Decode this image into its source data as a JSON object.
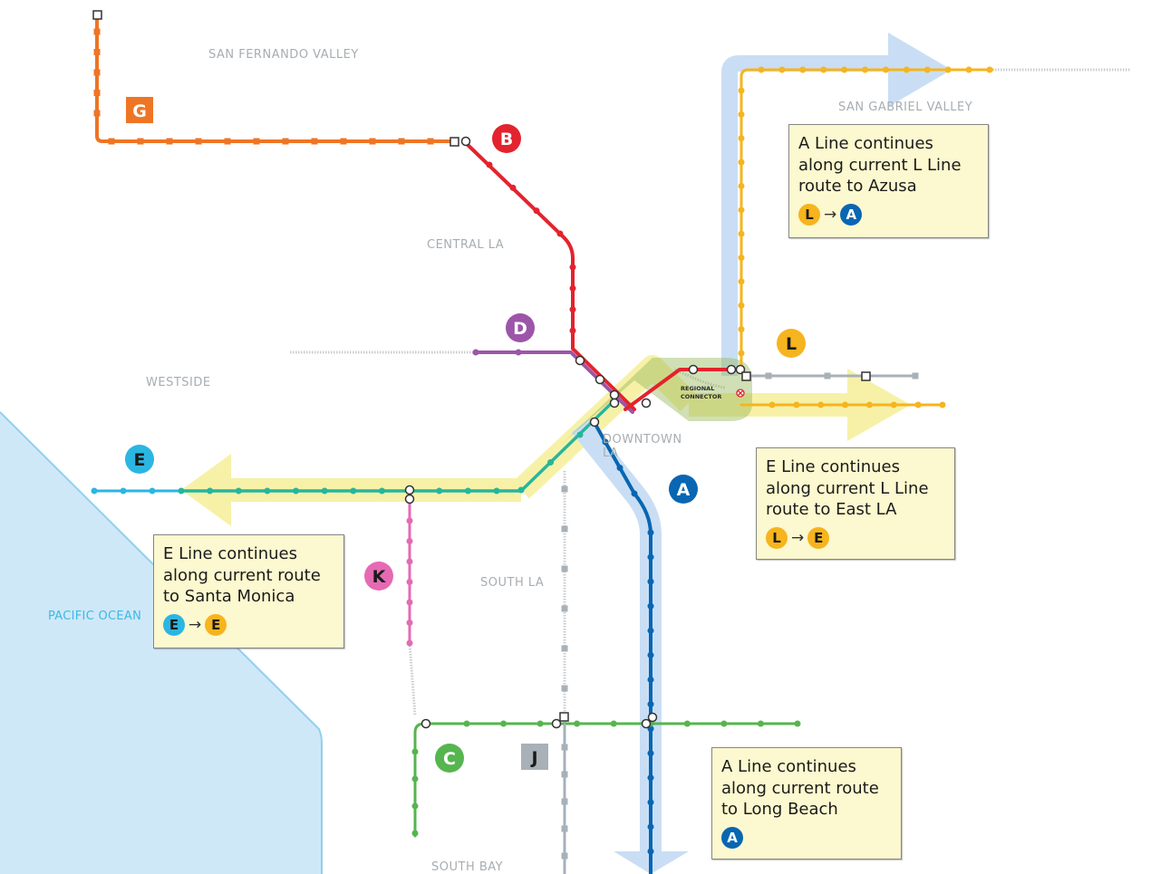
{
  "colors": {
    "G": "#ee7524",
    "B": "#e3232d",
    "D": "#9c55a8",
    "L": "#f6b41e",
    "E": "#2bb6e2",
    "E_green": "#27b59c",
    "A": "#0866b2",
    "K": "#e56ab3",
    "C": "#56b54f",
    "J": "#a8b0b8",
    "ocean": "#cfe8f7",
    "coast": "#8fd0f1",
    "highlight_yellow": "#f7f1a8",
    "highlight_blue": "#c9def4",
    "note_bg": "#fcf8cf"
  },
  "regions": {
    "san_fernando_valley": "SAN FERNANDO VALLEY",
    "san_gabriel_valley": "SAN GABRIEL VALLEY",
    "central_la": "CENTRAL LA",
    "westside": "WESTSIDE",
    "downtown_line1": "DOWNTOWN",
    "downtown_line2": "LA",
    "south_la": "SOUTH LA",
    "south_bay": "SOUTH BAY",
    "pacific_ocean": "PACIFIC OCEAN",
    "regional_connector_line1": "REGIONAL",
    "regional_connector_line2": "CONNECTOR"
  },
  "line_badges": {
    "G": "G",
    "B": "B",
    "D": "D",
    "L": "L",
    "E": "E",
    "A": "A",
    "K": "K",
    "C": "C",
    "J": "J"
  },
  "notes": {
    "azusa": {
      "text": "A Line continues\nalong current L Line\nroute to Azusa",
      "from": "L",
      "arrow": "→",
      "to": "A"
    },
    "east_la": {
      "text": "E Line continues\nalong current L Line\nroute to East LA",
      "from": "L",
      "arrow": "→",
      "to": "E"
    },
    "santa_monica": {
      "text": "E Line continues\nalong current route\nto Santa Monica",
      "from": "E",
      "arrow": "→",
      "to": "E"
    },
    "long_beach": {
      "text": "A Line continues\nalong current route\nto Long Beach",
      "badge": "A"
    }
  }
}
